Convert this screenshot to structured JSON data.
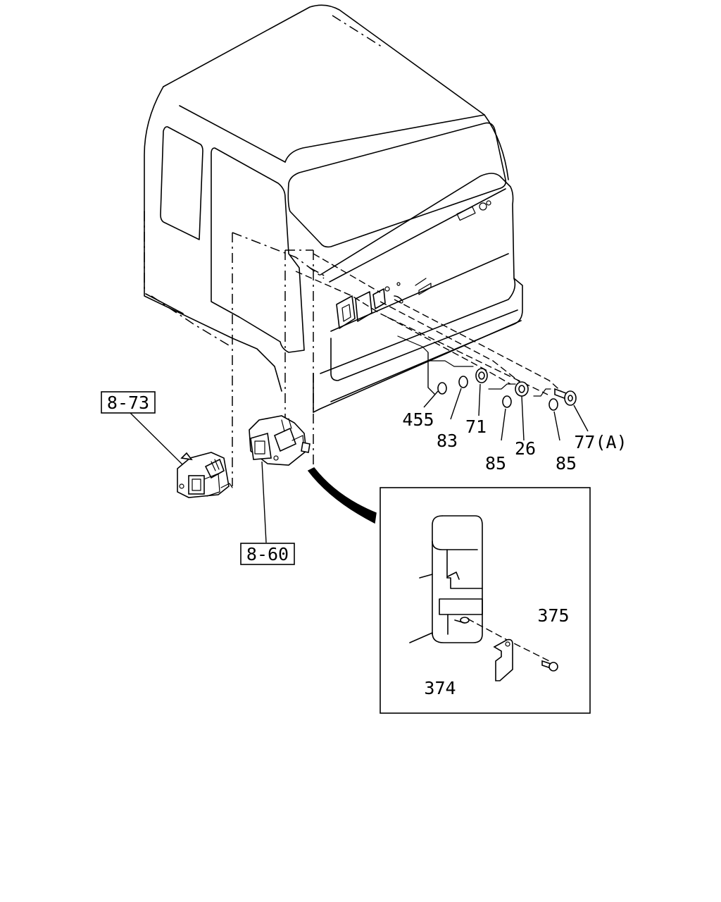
{
  "diagram": {
    "callouts": {
      "c455": "455",
      "c83": "83",
      "c71": "71",
      "c85a": "85",
      "c26": "26",
      "c85b": "85",
      "c77a": "77(A)",
      "c375": "375",
      "c374": "374"
    },
    "refs": {
      "r873": "8-73",
      "r860": "8-60"
    }
  }
}
